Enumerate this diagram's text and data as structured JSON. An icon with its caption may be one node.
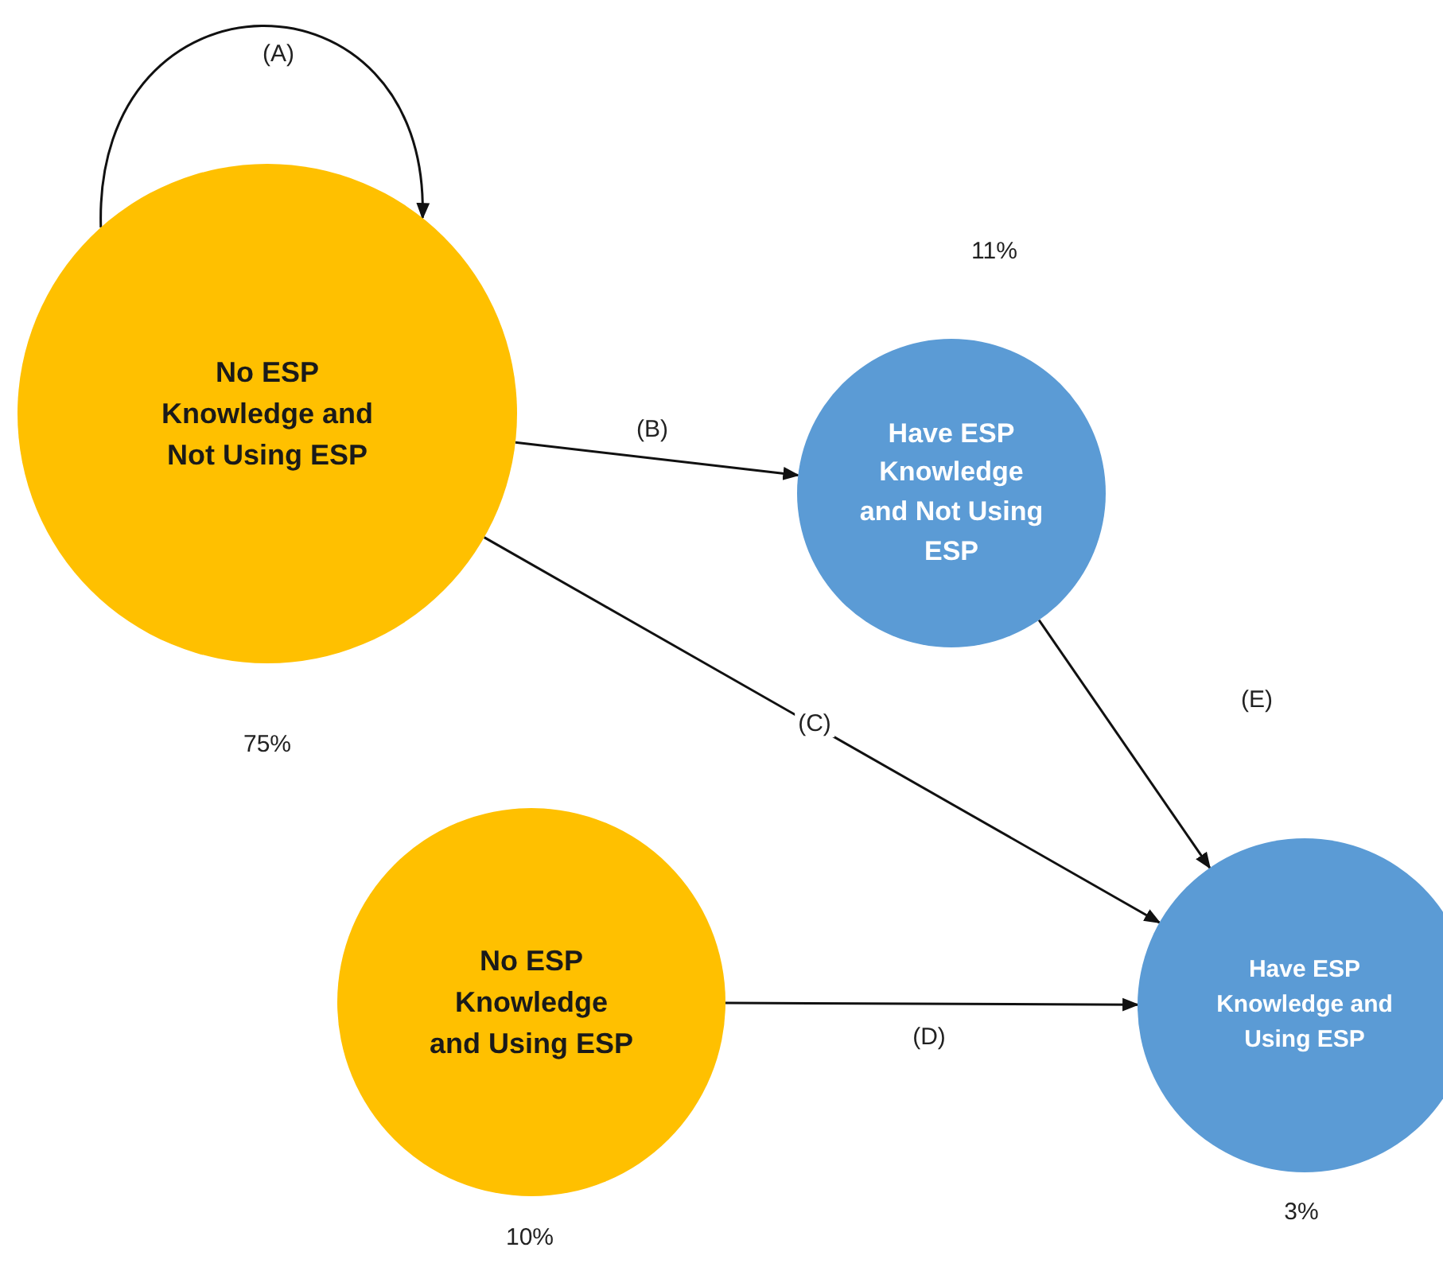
{
  "diagram": {
    "nodes": [
      {
        "text": [
          "No ESP Knowledge and Not Using ESP"
        ],
        "beside": [
          "75%"
        ]
      },
      {
        "text": [
          "Have ESP Knowledge and Not Using ESP"
        ],
        "beside": [
          "11%"
        ]
      },
      {
        "text": [
          "No ESP Knowledge and Using ESP"
        ],
        "beside": [
          "10%"
        ]
      },
      {
        "text": [
          "Have ESP Knowledge and Using ESP"
        ],
        "beside": [
          "3%"
        ]
      }
    ],
    "edges": [
      {
        "from": 0,
        "to": 0,
        "arrow": "to",
        "label": "(A)"
      },
      {
        "from": 0,
        "to": 1,
        "arrow": "to",
        "label": "(B)"
      },
      {
        "from": 0,
        "to": 3,
        "arrow": "to",
        "label": "(C)"
      },
      {
        "from": 2,
        "to": 3,
        "arrow": "to",
        "label": "(D)"
      },
      {
        "from": 1,
        "to": 3,
        "arrow": "to",
        "label": "(E)"
      }
    ]
  }
}
